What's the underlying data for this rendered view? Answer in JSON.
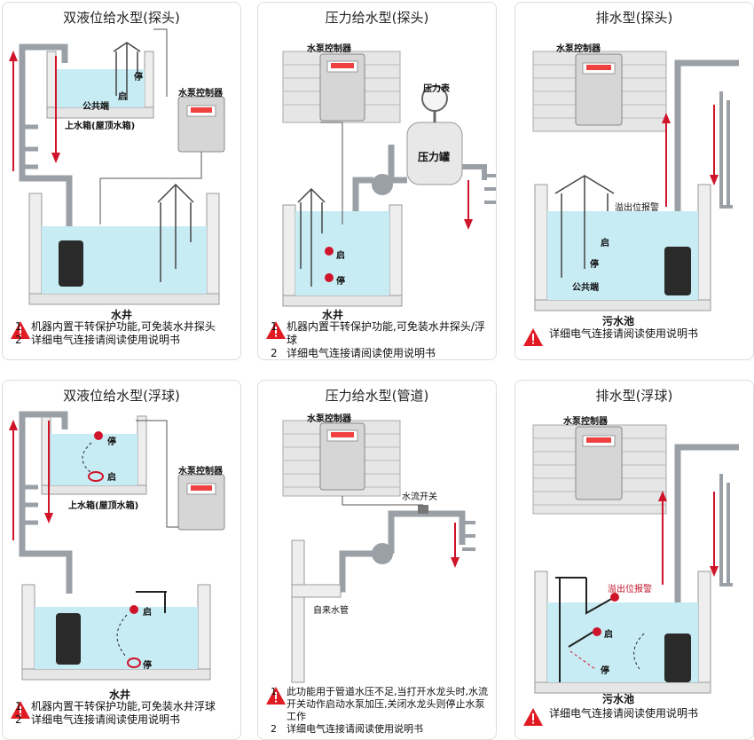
{
  "panels": [
    {
      "title": "双液位给水型(探头)",
      "labels": {
        "controller": "水泵控制器",
        "stop": "停",
        "start": "启",
        "common": "公共端",
        "tank": "上水箱(屋顶水箱)",
        "well": "水井"
      },
      "notes": [
        {
          "num": "1",
          "text": "机器内置干转保护功能,可免装水井探头"
        },
        {
          "num": "2",
          "text": "详细电气连接请阅读使用说明书"
        }
      ]
    },
    {
      "title": "压力给水型(探头)",
      "labels": {
        "controller": "水泵控制器",
        "gauge": "压力表",
        "tank": "压力罐",
        "start": "启",
        "stop": "停",
        "well": "水井"
      },
      "notes": [
        {
          "num": "1",
          "text": "机器内置干转保护功能,可免装水井探头/浮球"
        },
        {
          "num": "2",
          "text": "详细电气连接请阅读使用说明书"
        }
      ]
    },
    {
      "title": "排水型(探头)",
      "labels": {
        "controller": "水泵控制器",
        "overflow": "溢出位报警",
        "start": "启",
        "stop": "停",
        "common": "公共端",
        "pool": "污水池"
      },
      "notes": [
        {
          "num": "",
          "text": "详细电气连接请阅读使用说明书"
        }
      ]
    },
    {
      "title": "双液位给水型(浮球)",
      "labels": {
        "controller": "水泵控制器",
        "stop": "停",
        "start": "启",
        "tank": "上水箱(屋顶水箱)",
        "start2": "启",
        "stop2": "停",
        "well": "水井"
      },
      "notes": [
        {
          "num": "1",
          "text": "机器内置干转保护功能,可免装水井浮球"
        },
        {
          "num": "2",
          "text": "详细电气连接请阅读使用说明书"
        }
      ]
    },
    {
      "title": "压力给水型(管道)",
      "labels": {
        "controller": "水泵控制器",
        "flowswitch": "水流开关",
        "inlet": "自来水管"
      },
      "notes": [
        {
          "num": "1",
          "text": "此功能用于管道水压不足,当打开水龙头时,水流开关动作启动水泵加压,关闭水龙头则停止水泵工作"
        },
        {
          "num": "2",
          "text": "详细电气连接请阅读使用说明书"
        }
      ]
    },
    {
      "title": "排水型(浮球)",
      "labels": {
        "controller": "水泵控制器",
        "overflow": "溢出位报警",
        "start": "启",
        "stop": "停",
        "pool": "污水池"
      },
      "notes": [
        {
          "num": "",
          "text": "详细电气连接请阅读使用说明书"
        }
      ]
    }
  ],
  "colors": {
    "water": "#c8ecf4",
    "pipe": "#9aa0a6",
    "arrow": "#d0142a",
    "brick": "#e6e6e6",
    "controller": "#d6d6d6",
    "warning": "#e01b24",
    "floatball": "#d0142a"
  }
}
